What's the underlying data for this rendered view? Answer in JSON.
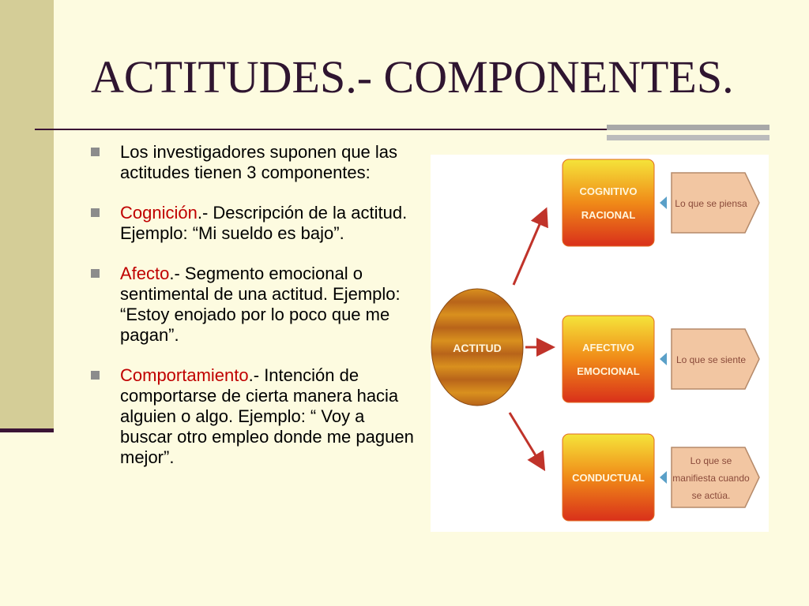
{
  "slide": {
    "title": "ACTITUDES.- COMPONENTES."
  },
  "bullets": [
    {
      "keyword": "",
      "text": "Los investigadores suponen que las actitudes tienen 3 componentes:"
    },
    {
      "keyword": "Cognición",
      "text": ".- Descripción de la actitud. Ejemplo: “Mi sueldo es bajo”."
    },
    {
      "keyword": "Afecto",
      "text": ".- Segmento emocional o sentimental de una actitud. Ejemplo: “Estoy enojado por lo poco que me pagan”."
    },
    {
      "keyword": "Comportamiento",
      "text": ".- Intención de comportarse de cierta manera hacia alguien o algo. Ejemplo: “ Voy a buscar otro empleo donde me paguen mejor”."
    }
  ],
  "diagram": {
    "center": "ACTITUD",
    "components": [
      {
        "name": [
          "COGNITIVO",
          "RACIONAL"
        ],
        "meaning": [
          "Lo que se piensa"
        ]
      },
      {
        "name": [
          "AFECTIVO",
          "EMOCIONAL"
        ],
        "meaning": [
          "Lo que se siente"
        ]
      },
      {
        "name": [
          "CONDUCTUAL"
        ],
        "meaning": [
          "Lo que se",
          "manifiesta cuando",
          "se actúa."
        ]
      }
    ],
    "colors": {
      "gradient_top": "#f5e43a",
      "gradient_mid": "#f08a18",
      "gradient_bottom": "#d9301a",
      "arrow": "#c0332a",
      "callout_fill": "#f2c6a2",
      "callout_stroke": "#b58a6a",
      "callout_text": "#8a4a3a",
      "label_text": "#fff6dd"
    },
    "icons": [
      "arrow-icon",
      "callout-arrow-icon"
    ]
  }
}
